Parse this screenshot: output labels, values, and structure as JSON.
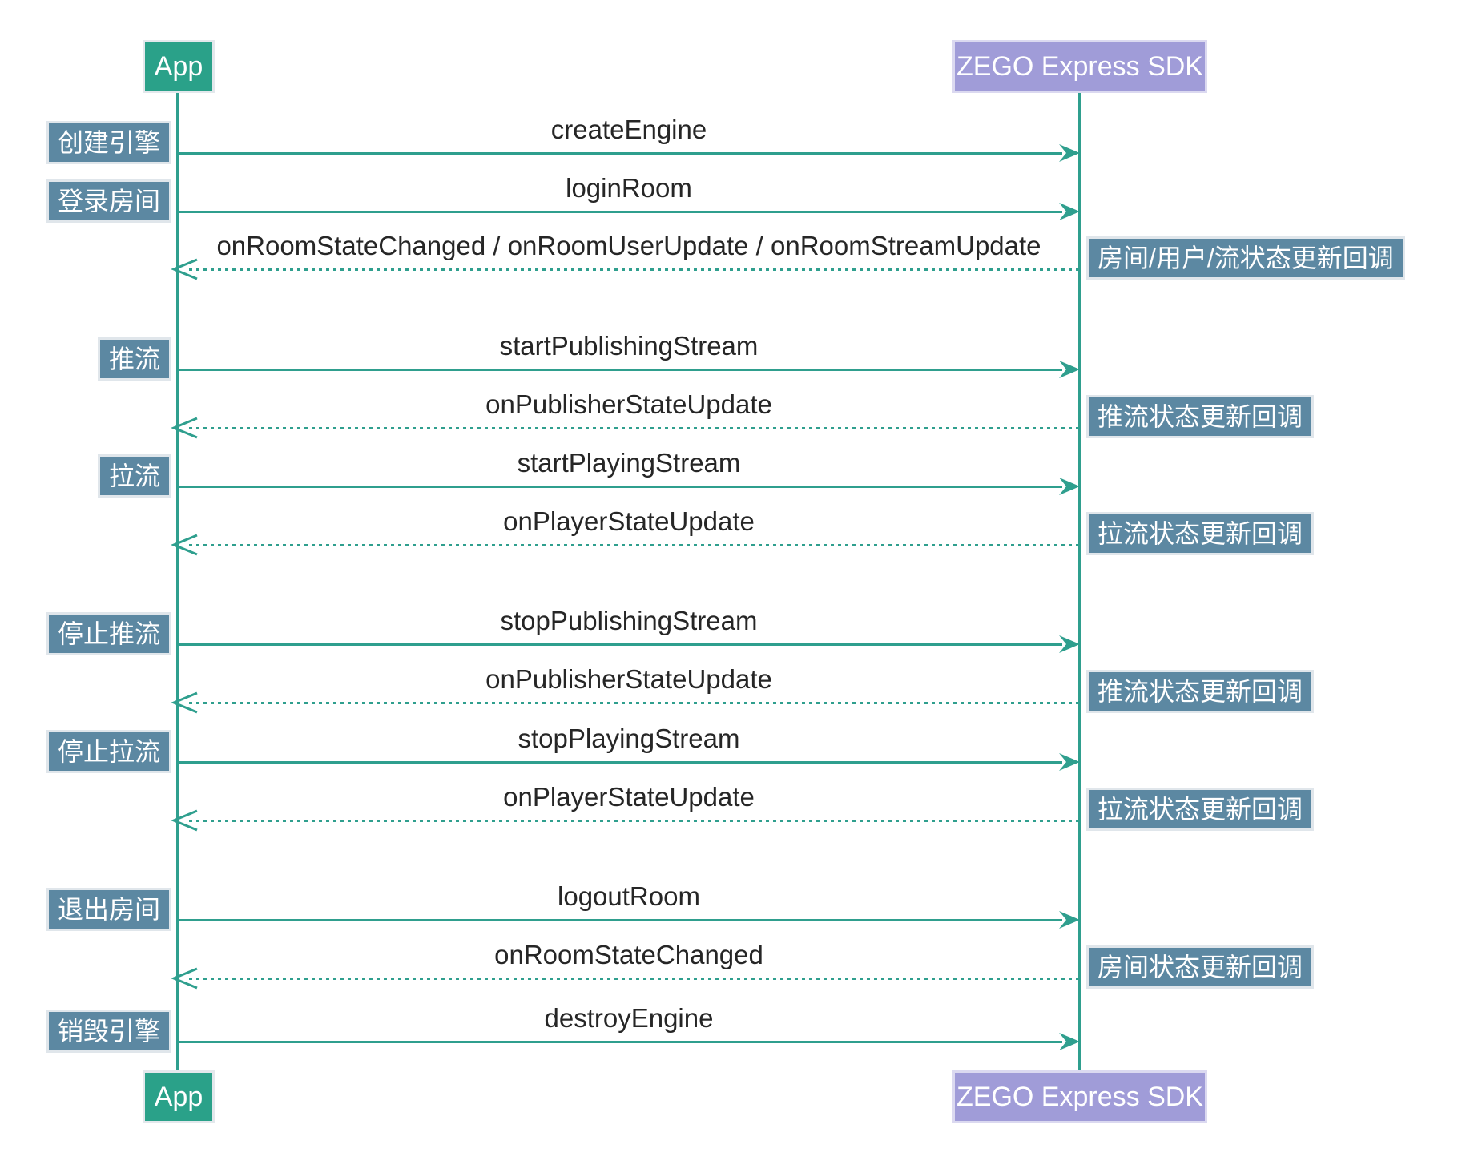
{
  "participants": {
    "app": "App",
    "sdk": "ZEGO Express SDK"
  },
  "colors": {
    "participant_app_bg": "#2aa189",
    "participant_sdk_bg": "#a09cd8",
    "note_bg": "#5c88a2",
    "arrow": "#2f9f8e",
    "message_text": "#262626"
  },
  "rows": [
    {
      "message": "createEngine",
      "kind": "call",
      "left_note": "创建引擎"
    },
    {
      "message": "loginRoom",
      "kind": "call",
      "left_note": "登录房间"
    },
    {
      "message": "onRoomStateChanged / onRoomUserUpdate / onRoomStreamUpdate",
      "kind": "callback",
      "right_note": "房间/用户/流状态更新回调"
    },
    {
      "message": "startPublishingStream",
      "kind": "call",
      "left_note": "推流"
    },
    {
      "message": "onPublisherStateUpdate",
      "kind": "callback",
      "right_note": "推流状态更新回调"
    },
    {
      "message": "startPlayingStream",
      "kind": "call",
      "left_note": "拉流"
    },
    {
      "message": "onPlayerStateUpdate",
      "kind": "callback",
      "right_note": "拉流状态更新回调"
    },
    {
      "message": "stopPublishingStream",
      "kind": "call",
      "left_note": "停止推流"
    },
    {
      "message": "onPublisherStateUpdate",
      "kind": "callback",
      "right_note": "推流状态更新回调"
    },
    {
      "message": "stopPlayingStream",
      "kind": "call",
      "left_note": "停止拉流"
    },
    {
      "message": "onPlayerStateUpdate",
      "kind": "callback",
      "right_note": "拉流状态更新回调"
    },
    {
      "message": "logoutRoom",
      "kind": "call",
      "left_note": "退出房间"
    },
    {
      "message": "onRoomStateChanged",
      "kind": "callback",
      "right_note": "房间状态更新回调"
    },
    {
      "message": "destroyEngine",
      "kind": "call",
      "left_note": "销毁引擎"
    }
  ]
}
